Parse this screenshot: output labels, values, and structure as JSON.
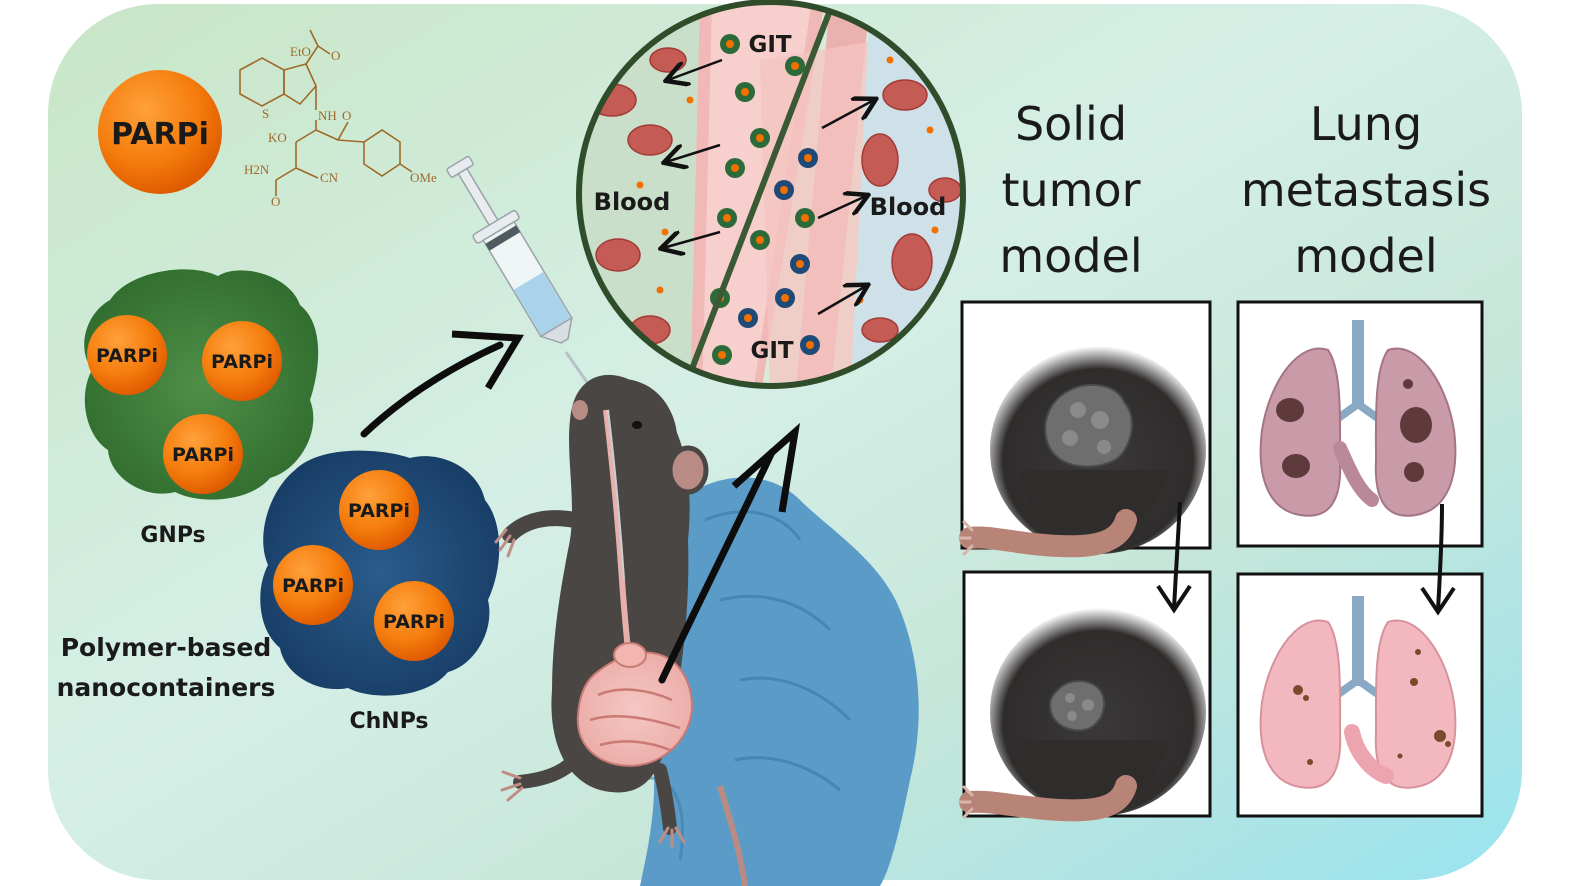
{
  "drug": {
    "label": "PARPi",
    "structure_labels": [
      "EtO",
      "O",
      "S",
      "NH",
      "KO",
      "O",
      "H2N",
      "CN",
      "O",
      "OMe"
    ]
  },
  "gnps": {
    "caption": "GNPs",
    "particles": [
      "PARPi",
      "PARPi",
      "PARPi"
    ],
    "color": "#3d7a3a"
  },
  "chnps": {
    "caption": "ChNPs",
    "particles": [
      "PARPi",
      "PARPi",
      "PARPi"
    ],
    "color": "#1f4a78"
  },
  "carrier_caption": [
    "Polymer-based",
    "nanocontainers"
  ],
  "inset": {
    "labels": {
      "git_top": "GIT",
      "blood_left": "Blood",
      "blood_right": "Blood",
      "git_bottom": "GIT"
    }
  },
  "models": {
    "solid": {
      "title": [
        "Solid",
        "tumor",
        "model"
      ]
    },
    "lung": {
      "title": [
        "Lung",
        "metastasis",
        "model"
      ]
    }
  },
  "colors": {
    "background_gradient": [
      "#bfe0c4",
      "#cfeef0",
      "#a6e6ee"
    ],
    "particle_orange": "#f27000",
    "glove_blue": "#5b9bc8",
    "mouse_gray": "#4a4644",
    "lung_pink": "#e9a9b3"
  },
  "icons": [
    "syringe-icon",
    "mouse-icon",
    "glove-icon",
    "lungs-icon",
    "arrow-icon"
  ]
}
